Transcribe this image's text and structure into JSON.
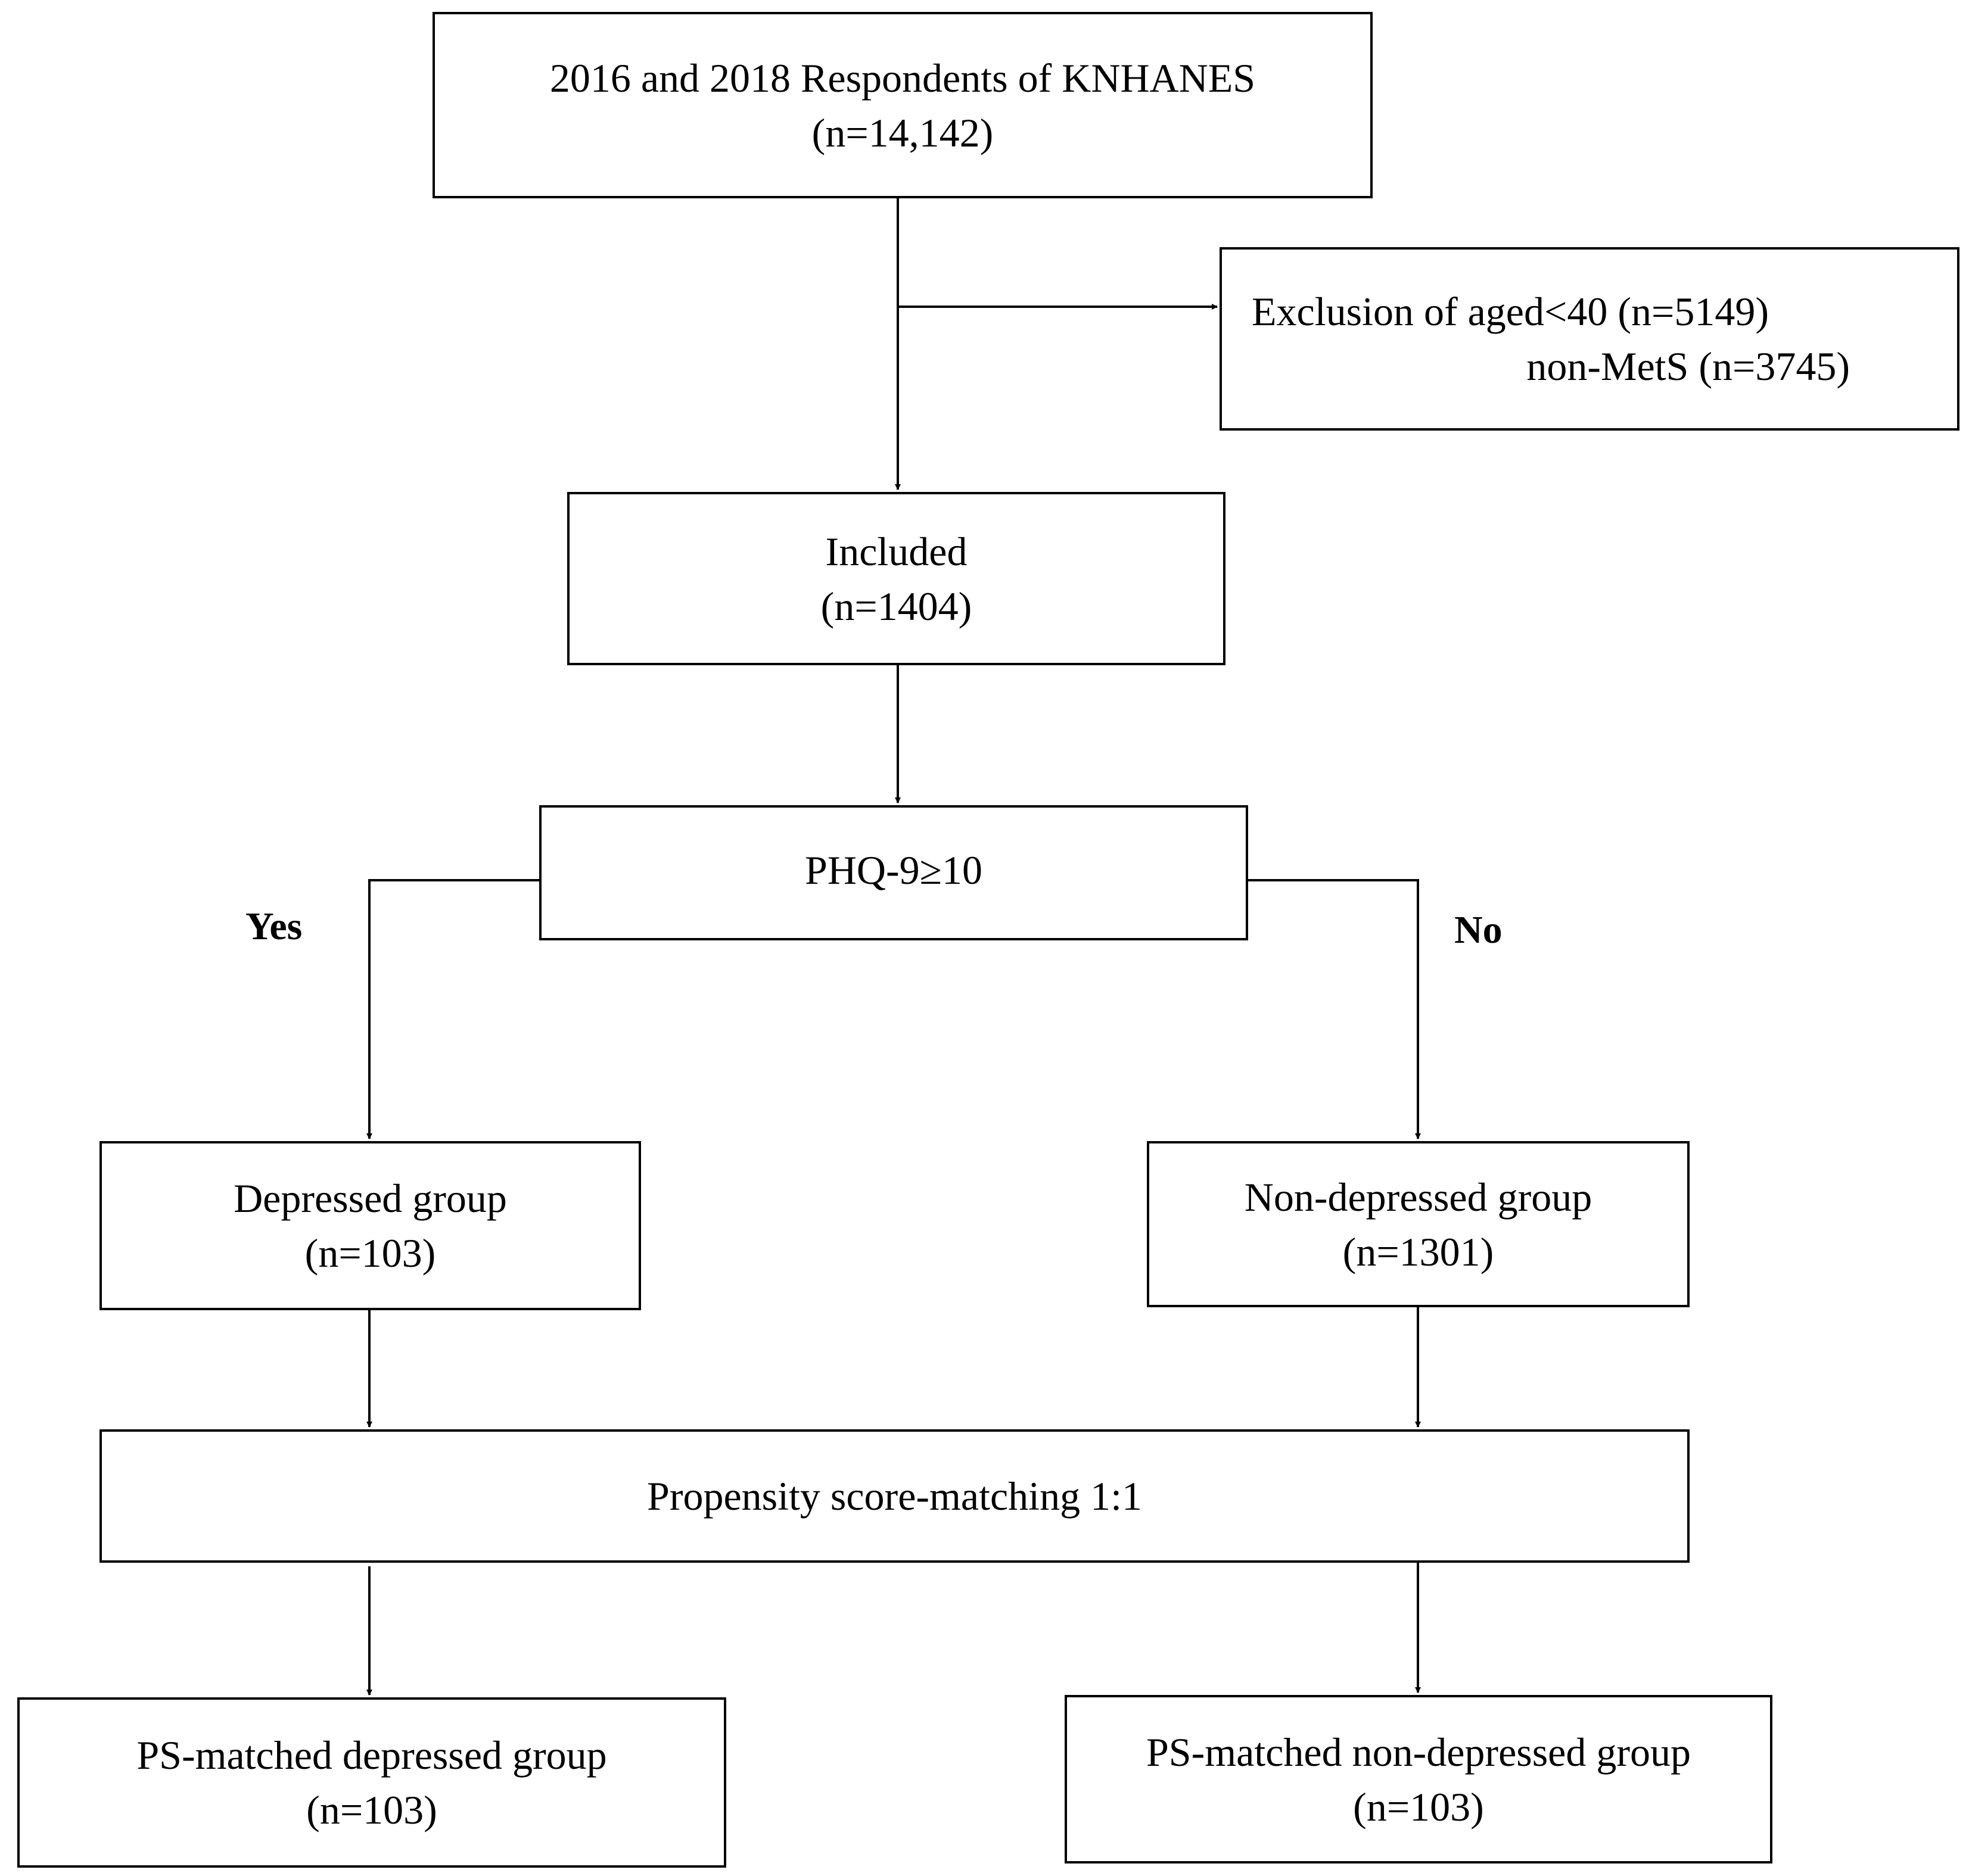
{
  "flowchart": {
    "respondents": {
      "line1": "2016 and 2018 Respondents of KNHANES",
      "line2": "(n=14,142)"
    },
    "exclusion": {
      "line1": "Exclusion of aged<40 (n=5149)",
      "line2": "non-MetS (n=3745)"
    },
    "included": {
      "line1": "Included",
      "line2": "(n=1404)"
    },
    "criterion": {
      "line1": "PHQ-9≥10"
    },
    "branch_yes": "Yes",
    "branch_no": "No",
    "depressed": {
      "line1": "Depressed group",
      "line2": "(n=103)"
    },
    "non_depressed": {
      "line1": "Non-depressed group",
      "line2": "(n=1301)"
    },
    "matching": {
      "line1": "Propensity score-matching 1:1"
    },
    "ps_depressed": {
      "line1": "PS-matched depressed group",
      "line2": "(n=103)"
    },
    "ps_non_depressed": {
      "line1": "PS-matched non-depressed group",
      "line2": "(n=103)"
    }
  }
}
